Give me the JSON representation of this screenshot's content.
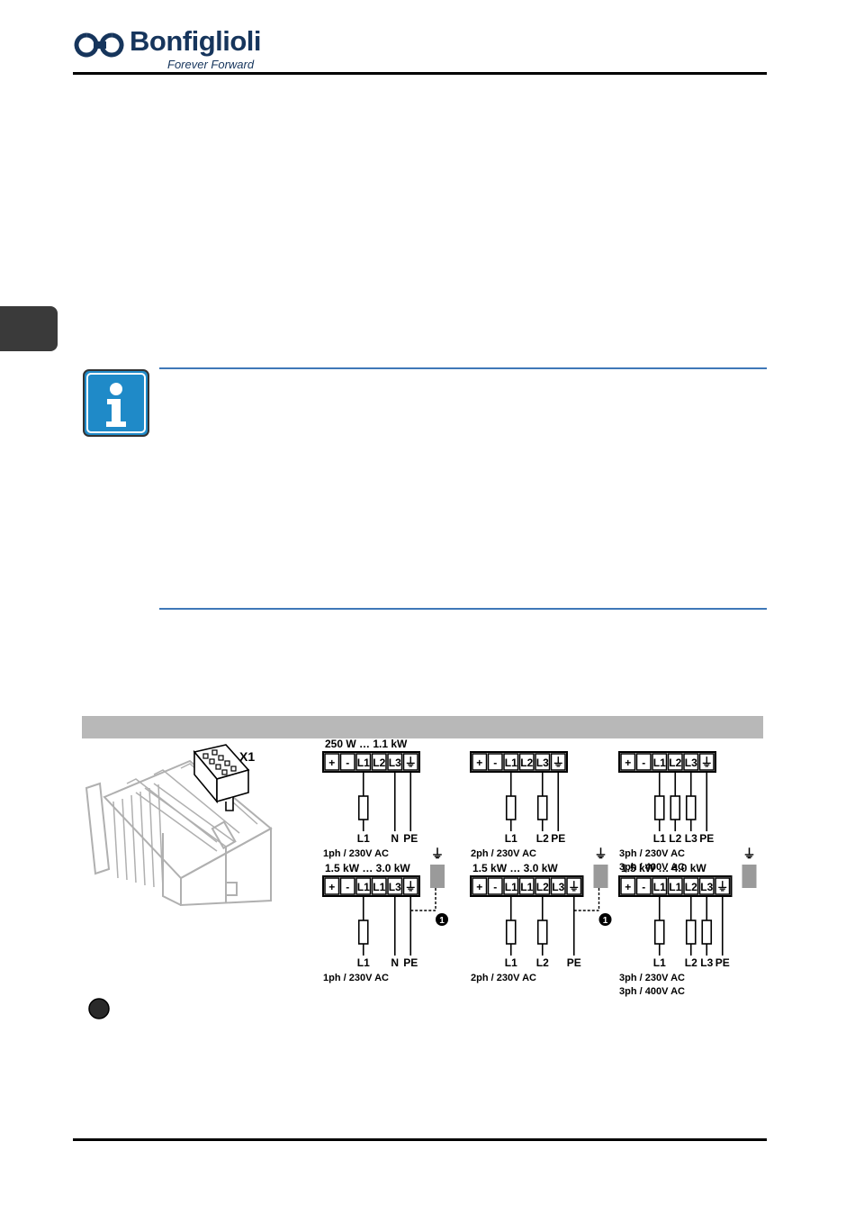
{
  "header": {
    "brand": "Bonfiglioli",
    "tagline": "Forever Forward"
  },
  "figure": {
    "connector_label": "X1",
    "diagrams": [
      {
        "rating": "250 W … 1.1 kW",
        "terminals": [
          "+",
          "-",
          "L1",
          "L2",
          "L3",
          "⏚"
        ],
        "conductor_labels": [
          "L1",
          "N",
          "PE"
        ],
        "supply": [
          "1ph / 230V AC"
        ]
      },
      {
        "rating": "",
        "terminals": [
          "+",
          "-",
          "L1",
          "L2",
          "L3",
          "⏚"
        ],
        "conductor_labels": [
          "L1",
          "L2",
          "PE"
        ],
        "supply": [
          "2ph / 230V AC"
        ]
      },
      {
        "rating": "",
        "terminals": [
          "+",
          "-",
          "L1",
          "L2",
          "L3",
          "⏚"
        ],
        "conductor_labels": [
          "L1",
          "L2",
          "L3",
          "PE"
        ],
        "supply": [
          "3ph / 230V AC",
          "3ph / 400V AC"
        ]
      },
      {
        "rating": "1.5 kW … 3.0 kW",
        "terminals": [
          "+",
          "-",
          "L1",
          "L1",
          "L3",
          "⏚"
        ],
        "conductor_labels": [
          "L1",
          "N",
          "PE"
        ],
        "supply": [
          "1ph / 230V AC"
        ],
        "callout": "1"
      },
      {
        "rating": "1.5 kW … 3.0 kW",
        "terminals": [
          "+",
          "-",
          "L1",
          "L1",
          "L2",
          "L3",
          "⏚"
        ],
        "conductor_labels": [
          "L1",
          "L2",
          "PE"
        ],
        "supply": [
          "2ph / 230V AC"
        ],
        "callout": "1"
      },
      {
        "rating": "1.5 kW … 4.0 kW",
        "terminals": [
          "+",
          "-",
          "L1",
          "L1",
          "L2",
          "L3",
          "⏚"
        ],
        "conductor_labels": [
          "L1",
          "L2",
          "L3",
          "PE"
        ],
        "supply": [
          "3ph / 230V AC",
          "3ph / 400V AC"
        ]
      }
    ],
    "earth_symbol": "⏚"
  },
  "colors": {
    "brand_blue": "#16355c",
    "info_blue": "#3f78b8",
    "figure_bar": "#b8b8b8",
    "sidetab": "#3a3a3a"
  }
}
